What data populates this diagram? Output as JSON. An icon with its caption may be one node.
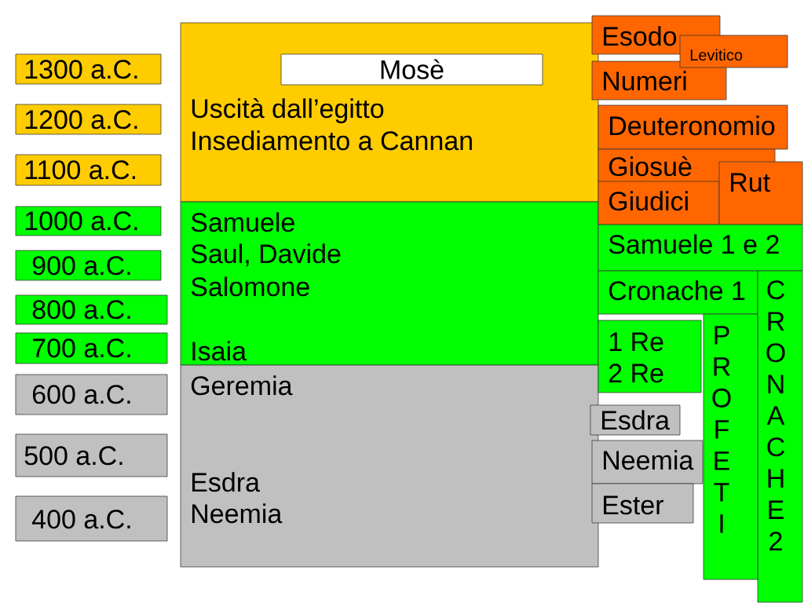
{
  "diagram": {
    "nodes": [
      {
        "text": [
          "1300 a.C."
        ]
      },
      {
        "text": [
          "1200 a.C."
        ]
      },
      {
        "text": [
          "1100 a.C."
        ]
      },
      {
        "text": [
          "1000 a.C."
        ]
      },
      {
        "text": [
          "900 a.C."
        ]
      },
      {
        "text": [
          "800 a.C."
        ]
      },
      {
        "text": [
          "700 a.C."
        ]
      },
      {
        "text": [
          "600 a.C."
        ]
      },
      {
        "text": [
          "500 a.C."
        ]
      },
      {
        "text": [
          "400 a.C."
        ]
      },
      {
        "text": [
          "Uscità dall’egitto",
          "Insediamento a Cannan"
        ]
      },
      {
        "text": [
          "Mosè"
        ],
        "in": 10
      },
      {
        "text": [
          "Samuele",
          "Saul, Davide",
          "Salomone",
          "Isaia"
        ]
      },
      {
        "text": [
          "Geremia",
          "Esdra",
          "Neemia"
        ]
      },
      {
        "text": [
          "Esodo"
        ]
      },
      {
        "text": [
          "Levitico"
        ]
      },
      {
        "text": [
          "Numeri"
        ]
      },
      {
        "text": [
          "Deuteronomio"
        ]
      },
      {
        "text": [
          "Giosuè"
        ]
      },
      {
        "text": [
          "Giudici"
        ]
      },
      {
        "text": [
          "Rut"
        ]
      },
      {
        "text": [
          "Samuele 1 e 2"
        ]
      },
      {
        "text": [
          "Cronache 1"
        ]
      },
      {
        "text": [
          "CRONACHE 2"
        ]
      },
      {
        "text": [
          "PROFETI"
        ]
      },
      {
        "text": [
          "1 Re",
          "2 Re"
        ]
      },
      {
        "text": [
          "Esdra"
        ]
      },
      {
        "text": [
          "Neemia"
        ]
      },
      {
        "text": [
          "Ester"
        ]
      }
    ]
  }
}
